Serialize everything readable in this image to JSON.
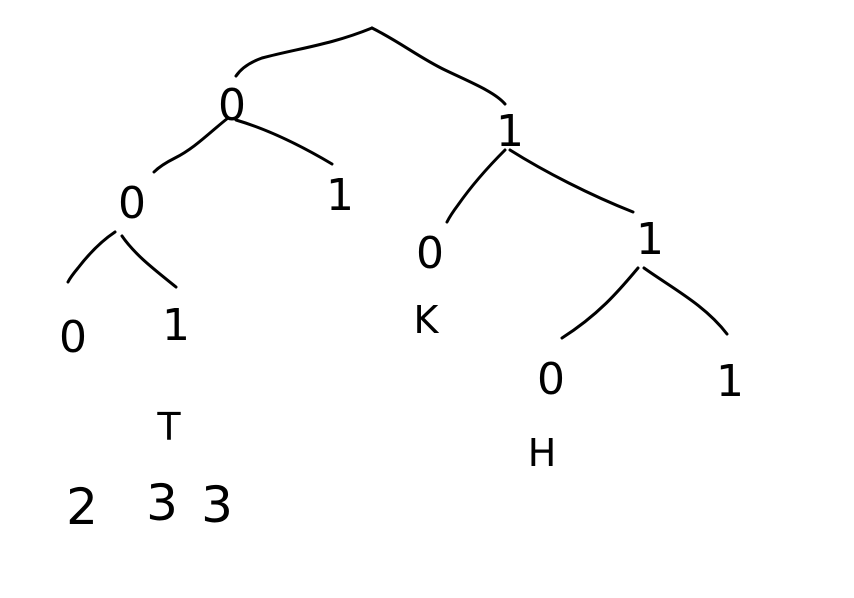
{
  "colors": {
    "ink": "#000000",
    "paper": "#ffffff"
  },
  "tree": {
    "edges_left_bit": "0",
    "edges_right_bit": "1",
    "nodes": {
      "l": "0",
      "r": "1",
      "ll": "0",
      "lr": "1",
      "rl": "0",
      "rr": "1",
      "lll": "0",
      "llr": "1",
      "rrl": "0",
      "rrr": "1"
    },
    "leaf_letters": {
      "llr": "T",
      "rl": "K",
      "rrl": "H"
    }
  },
  "counts": [
    "2",
    "3",
    "3"
  ]
}
